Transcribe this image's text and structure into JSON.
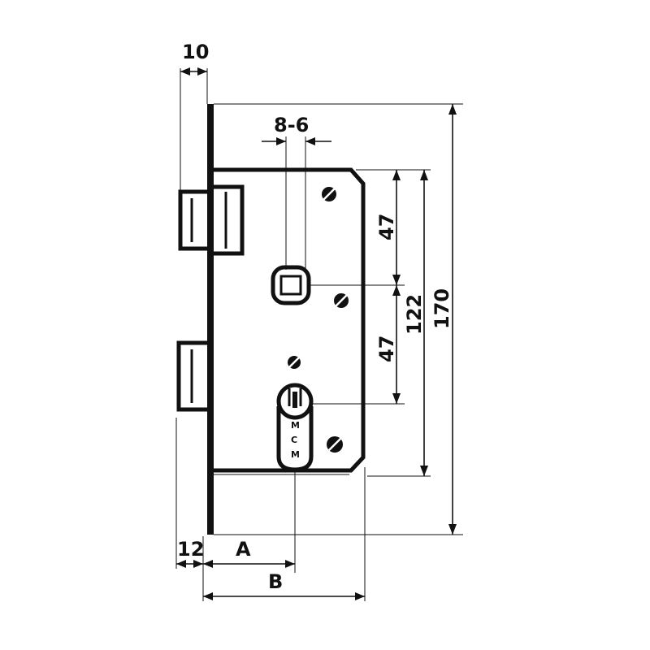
{
  "dimensions": {
    "faceplate_thickness": "10",
    "spindle_square": "8-6",
    "upper_spacing": "47",
    "lower_spacing": "47",
    "case_height": "122",
    "faceplate_height": "170",
    "faceplate_offset": "12",
    "backset": "A",
    "case_depth": "B"
  },
  "marking": {
    "cylinder_letters": [
      "M",
      "C",
      "M"
    ]
  },
  "colors": {
    "ink": "#111111",
    "paper": "#ffffff"
  }
}
